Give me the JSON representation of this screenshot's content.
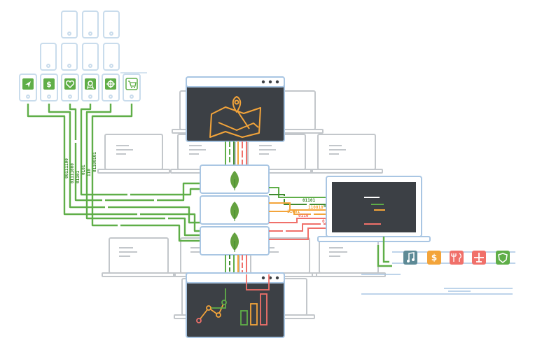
{
  "colors": {
    "phone_outline": "#c9dcec",
    "device_outline": "#c3c7cb",
    "dark_screen": "#3c4045",
    "green": "#5fae48",
    "dark_green": "#3f8a2f",
    "orange": "#f3a43a",
    "red": "#f0706a",
    "teal": "#5d8a96",
    "blue_line": "#a9c6e3",
    "map_orange": "#f3a43a",
    "leaf": "#64a13f"
  },
  "app_icons": [
    {
      "icon": "send-icon"
    },
    {
      "icon": "dollar-icon"
    },
    {
      "icon": "heart-icon"
    },
    {
      "icon": "badge-icon"
    },
    {
      "icon": "crosshair-icon"
    },
    {
      "icon": "cart-icon"
    }
  ],
  "service_tiles": [
    {
      "icon": "music-note-icon",
      "color": "#5d8a96"
    },
    {
      "icon": "dollar-icon",
      "color": "#f3a43a"
    },
    {
      "icon": "fork-knife-icon",
      "color": "#f0706a"
    },
    {
      "icon": "airplane-icon",
      "color": "#f0706a"
    },
    {
      "icon": "shield-icon",
      "color": "#5fae48"
    }
  ],
  "binary_streams": {
    "vertical": [
      "00111100",
      "01111000",
      "01101",
      "0101",
      "110",
      "01100101"
    ],
    "horizontal": [
      "01101",
      "00101",
      "110010",
      "11001",
      "0110",
      "01101"
    ]
  }
}
